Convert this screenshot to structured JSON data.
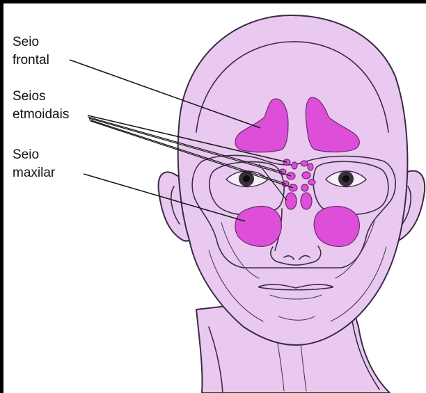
{
  "labels": {
    "frontal": [
      "Seio",
      "frontal"
    ],
    "ethmoid": [
      "Seios",
      "etmoidais"
    ],
    "maxillary": [
      "Seio",
      "maxilar"
    ]
  },
  "colors": {
    "skin": "#e9c9ef",
    "sinus": "#dd4fd8",
    "outline": "#3a2a44",
    "frame": "#000000"
  }
}
